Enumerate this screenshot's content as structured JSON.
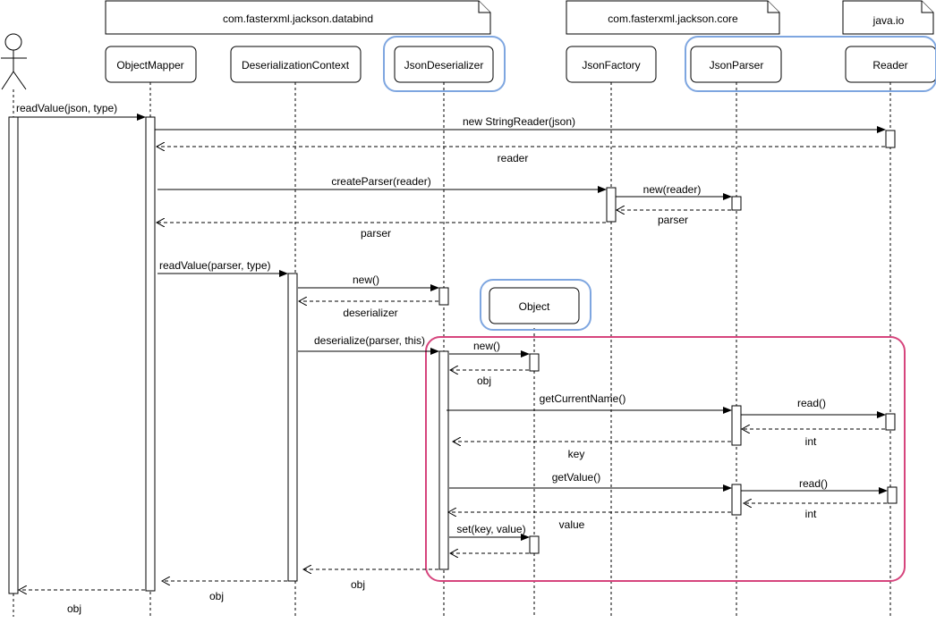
{
  "packages": [
    {
      "label": "com.fasterxml.jackson.databind"
    },
    {
      "label": "com.fasterxml.jackson.core"
    },
    {
      "label": "java.io"
    }
  ],
  "participants": [
    {
      "label": "ObjectMapper"
    },
    {
      "label": "DeserializationContext"
    },
    {
      "label": "JsonDeserializer"
    },
    {
      "label": "JsonFactory"
    },
    {
      "label": "JsonParser"
    },
    {
      "label": "Reader"
    },
    {
      "label": "Object"
    }
  ],
  "messages": [
    {
      "label": "readValue(json, type)"
    },
    {
      "label": "new StringReader(json)"
    },
    {
      "label": "reader"
    },
    {
      "label": "createParser(reader)"
    },
    {
      "label": "new(reader)"
    },
    {
      "label": "parser"
    },
    {
      "label": "parser"
    },
    {
      "label": "readValue(parser, type)"
    },
    {
      "label": "new()"
    },
    {
      "label": "deserializer"
    },
    {
      "label": "deserialize(parser, this)"
    },
    {
      "label": "new()"
    },
    {
      "label": "obj"
    },
    {
      "label": "getCurrentName()"
    },
    {
      "label": "read()"
    },
    {
      "label": "int"
    },
    {
      "label": "key"
    },
    {
      "label": "getValue()"
    },
    {
      "label": "read()"
    },
    {
      "label": "int"
    },
    {
      "label": "value"
    },
    {
      "label": "set(key, value)"
    },
    {
      "label": "obj"
    },
    {
      "label": "obj"
    },
    {
      "label": "obj"
    }
  ],
  "colors": {
    "highlight_blue": "#7ea6e0",
    "highlight_pink": "#d6457d"
  }
}
